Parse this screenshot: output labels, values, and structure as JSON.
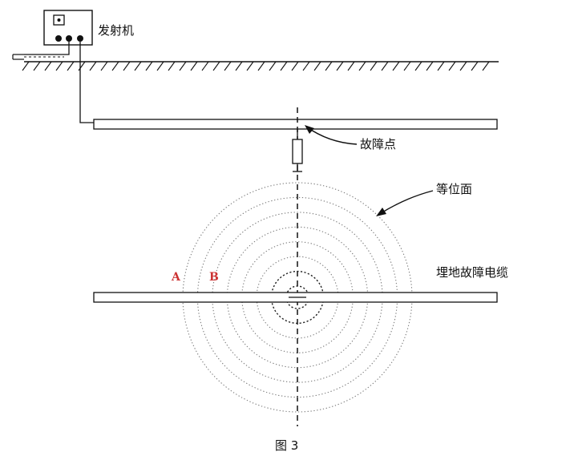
{
  "labels": {
    "transmitter": "发射机",
    "fault_point": "故障点",
    "equipotential": "等位面",
    "cable": "埋地故障电缆",
    "point_a": "A",
    "point_b": "B"
  },
  "caption": "图 3",
  "colors": {
    "line": "#111111",
    "rings": "#7a7a7a",
    "point_labels": "#cc3333"
  },
  "rings": {
    "count": 8,
    "shape": "dotted-concentric-circles"
  }
}
